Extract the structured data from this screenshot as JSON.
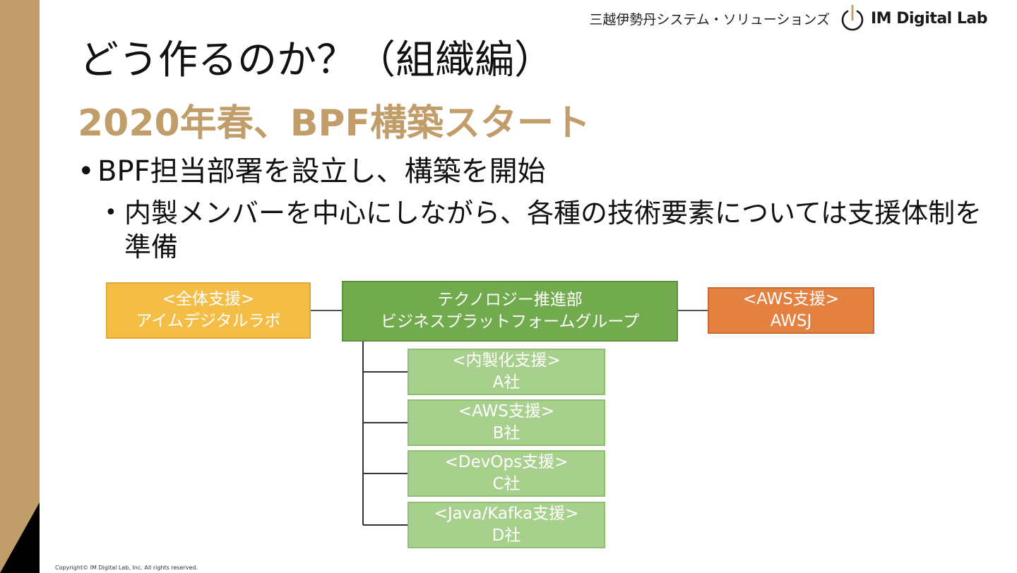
{
  "header": {
    "company": "三越伊勢丹システム・ソリューションズ",
    "logo_text": "IM Digital Lab"
  },
  "title": "どう作るのか？（組織編）",
  "subtitle": "2020年春、BPF構築スタート",
  "bullets": {
    "level1": "BPF担当部署を設立し、構築を開始",
    "level2": "内製メンバーを中心にしながら、各種の技術要素については支援体制を準備"
  },
  "diagram": {
    "left_box": {
      "line1": "<全体支援>",
      "line2": "アイムデジタルラボ"
    },
    "center_box": {
      "line1": "テクノロジー推進部",
      "line2": "ビジネスプラットフォームグループ"
    },
    "right_box": {
      "line1": "<AWS支援>",
      "line2": "AWSJ"
    },
    "sub_boxes": [
      {
        "line1": "<内製化支援>",
        "line2": "A社"
      },
      {
        "line1": "<AWS支援>",
        "line2": "B社"
      },
      {
        "line1": "<DevOps支援>",
        "line2": "C社"
      },
      {
        "line1": "<Java/Kafka支援>",
        "line2": "D社"
      }
    ]
  },
  "footer": {
    "copyright": "Copyright© IM Digital Lab, Inc. All rights reserved."
  },
  "colors": {
    "accent_gold": "#c19d6a",
    "box_yellow": "#f4bd45",
    "box_green": "#72ab4d",
    "box_orange": "#e48040",
    "box_light_green": "#a8d08d"
  }
}
